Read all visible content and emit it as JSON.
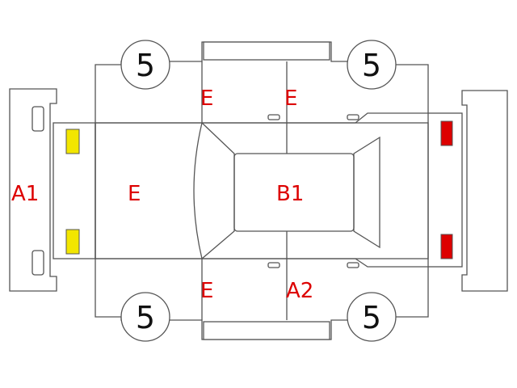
{
  "colors": {
    "outline": "#555555",
    "label_red": "#dd0000",
    "headlight_yellow": "#f2e600",
    "taillight_red": "#dd0000"
  },
  "tires": {
    "front_left": "5",
    "front_right": "5",
    "rear_left": "5",
    "rear_right": "5"
  },
  "labels": {
    "front_bumper": "A1",
    "hood": "E",
    "roof": "B1",
    "front_door_top": "E",
    "rear_door_top": "E",
    "front_door_bottom": "E",
    "rear_door_bottom": "A2"
  }
}
